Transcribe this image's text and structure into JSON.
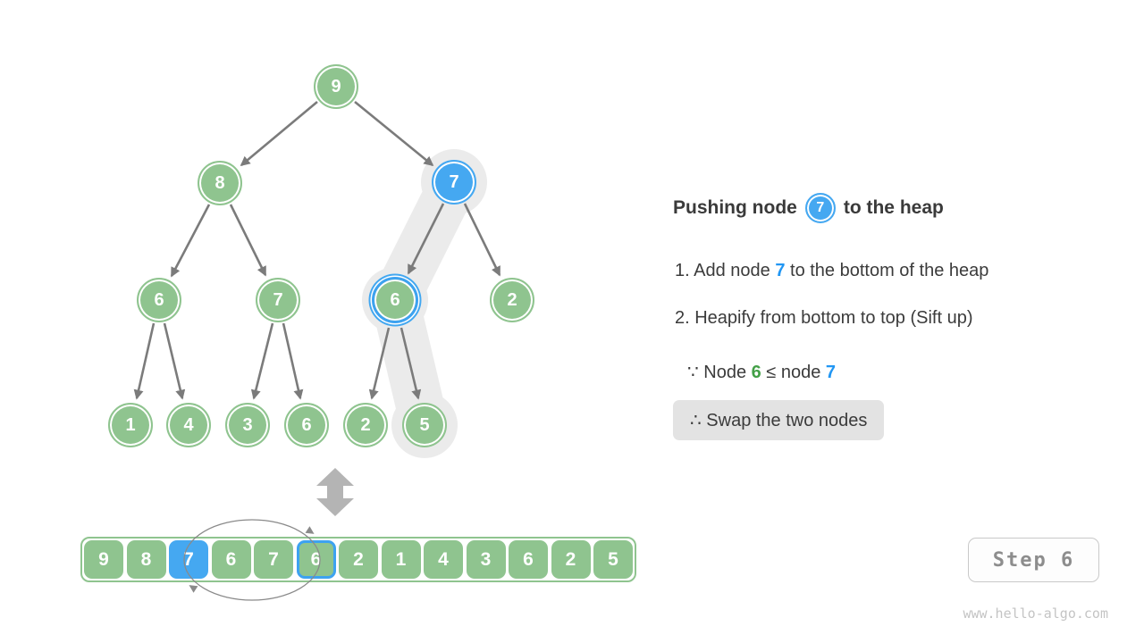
{
  "title": {
    "prefix": "Pushing node",
    "node": "7",
    "suffix": "to the heap"
  },
  "steps": [
    {
      "prefix": "1. Add node ",
      "highlight": "7",
      "suffix": " to the bottom of the heap"
    },
    {
      "text": "2. Heapify from bottom to top (Sift up)"
    }
  ],
  "because": {
    "prefix": "∵ Node ",
    "green": "6",
    "mid": " ≤ node ",
    "blue": "7"
  },
  "therefore": "∴ Swap the two nodes",
  "step_badge": "Step 6",
  "watermark": "www.hello-algo.com",
  "tree": {
    "nodes": [
      {
        "value": "9",
        "state": "normal"
      },
      {
        "value": "8",
        "state": "normal"
      },
      {
        "value": "7",
        "state": "active-blue"
      },
      {
        "value": "6",
        "state": "normal"
      },
      {
        "value": "7",
        "state": "normal"
      },
      {
        "value": "6",
        "state": "ring-highlight"
      },
      {
        "value": "2",
        "state": "normal"
      },
      {
        "value": "1",
        "state": "normal"
      },
      {
        "value": "4",
        "state": "normal"
      },
      {
        "value": "3",
        "state": "normal"
      },
      {
        "value": "6",
        "state": "normal"
      },
      {
        "value": "2",
        "state": "normal"
      },
      {
        "value": "5",
        "state": "normal"
      }
    ],
    "swap_path_values": [
      "7",
      "6",
      "5"
    ]
  },
  "array": {
    "cells": [
      {
        "value": "9",
        "state": "normal"
      },
      {
        "value": "8",
        "state": "normal"
      },
      {
        "value": "7",
        "state": "active-blue"
      },
      {
        "value": "6",
        "state": "normal"
      },
      {
        "value": "7",
        "state": "normal"
      },
      {
        "value": "6",
        "state": "ring-highlight"
      },
      {
        "value": "2",
        "state": "normal"
      },
      {
        "value": "1",
        "state": "normal"
      },
      {
        "value": "4",
        "state": "normal"
      },
      {
        "value": "3",
        "state": "normal"
      },
      {
        "value": "6",
        "state": "normal"
      },
      {
        "value": "2",
        "state": "normal"
      },
      {
        "value": "5",
        "state": "normal"
      }
    ]
  },
  "icons": {
    "tree_array_link": "double-vertical-arrow",
    "array_swap": "ellipse-swap-arrows"
  },
  "colors": {
    "node_green": "#8fc48f",
    "node_blue": "#45a8f1",
    "ring_blue": "#3da2f0",
    "text_blue": "#2196f3",
    "text_green": "#43a047",
    "band_gray": "#ebebeb",
    "edge_gray": "#7b7b7b"
  }
}
